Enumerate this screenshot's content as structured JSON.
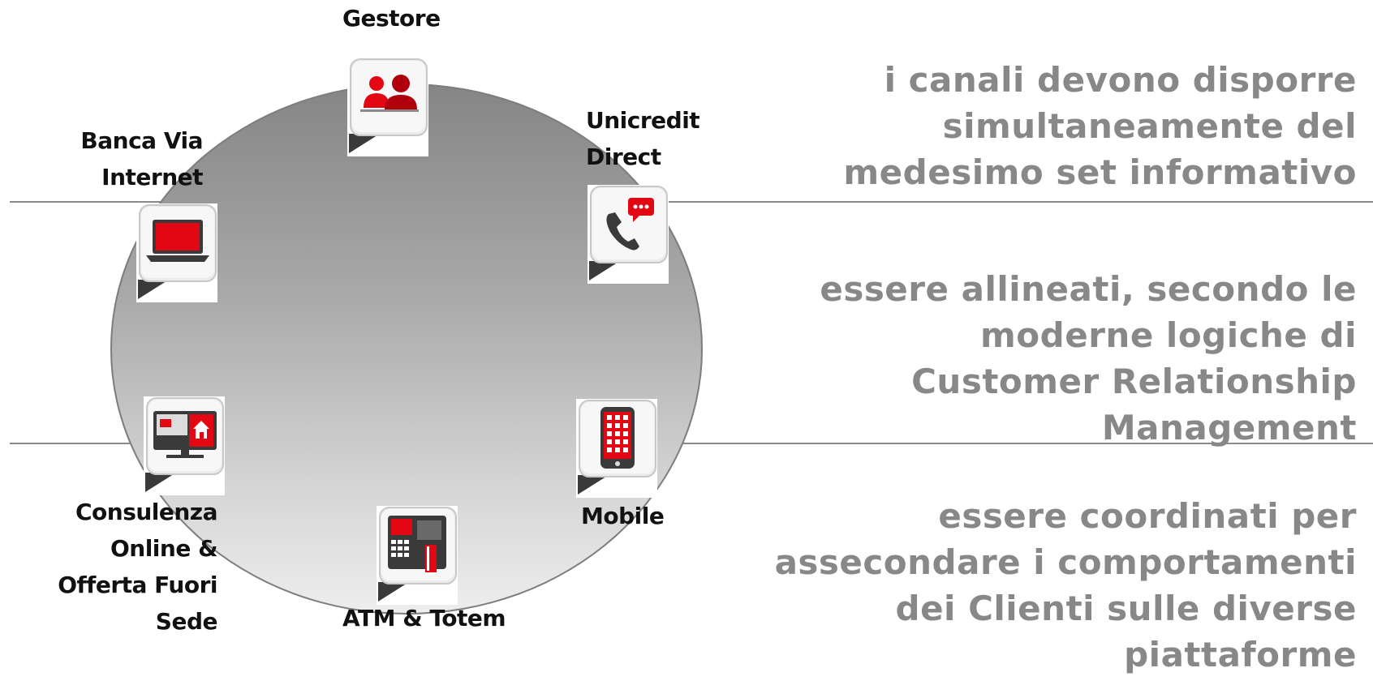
{
  "channels": {
    "gestore": {
      "label": "Gestore",
      "icon": "people-icon"
    },
    "unicredit_direct": {
      "label": "Unicredit\nDirect",
      "icon": "phone-chat-icon"
    },
    "banca_via_internet": {
      "label": "Banca Via\nInternet",
      "icon": "laptop-icon"
    },
    "consulenza": {
      "label": "Consulenza\nOnline &\nOfferta Fuori\nSede",
      "icon": "desktop-home-icon"
    },
    "mobile": {
      "label": "Mobile",
      "icon": "smartphone-icon"
    },
    "atm_totem": {
      "label": "ATM & Totem",
      "icon": "atm-icon"
    }
  },
  "statements": [
    "i canali devono disporre\nsimultaneamente del\nmedesimo set informativo",
    "essere allineati, secondo le\nmoderne logiche di\nCustomer Relationship\nManagement",
    "essere coordinati per\nassecondare i comportamenti\ndei Clienti sulle diverse\npiattaforme"
  ],
  "colors": {
    "accent": "#e30613",
    "accent_dark": "#b0000e",
    "statement_text": "#888888",
    "label_text": "#111111",
    "divider": "#8a8a8a"
  }
}
